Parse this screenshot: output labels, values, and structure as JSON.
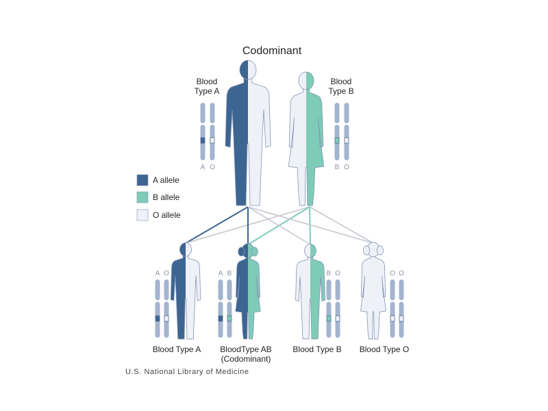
{
  "title": "Codominant",
  "colors": {
    "a_allele": "#3d6592",
    "b_allele": "#7ecbb8",
    "o_allele": "#eef1f7",
    "chromosome": "#a3b4cf",
    "outline": "#8593b3",
    "line_gray": "#c4c8cf"
  },
  "parents": {
    "father": {
      "label_line1": "Blood",
      "label_line2": "Type A",
      "alleles": [
        "A",
        "O"
      ]
    },
    "mother": {
      "label_line1": "Blood",
      "label_line2": "Type B",
      "alleles": [
        "B",
        "O"
      ]
    }
  },
  "legend": [
    {
      "label": "A allele",
      "color": "#3d6592"
    },
    {
      "label": "B allele",
      "color": "#7ecbb8"
    },
    {
      "label": "O allele",
      "color": "#eef1f7"
    }
  ],
  "children": [
    {
      "label": "Blood Type A",
      "label_line2": "",
      "alleles": [
        "A",
        "O"
      ]
    },
    {
      "label": "BloodType AB",
      "label_line2": "(Codominant)",
      "alleles": [
        "A",
        "B"
      ]
    },
    {
      "label": "Blood Type B",
      "label_line2": "",
      "alleles": [
        "B",
        "O"
      ]
    },
    {
      "label": "Blood Type O",
      "label_line2": "",
      "alleles": [
        "O",
        "O"
      ]
    }
  ],
  "footer": "U.S. National Library of Medicine"
}
